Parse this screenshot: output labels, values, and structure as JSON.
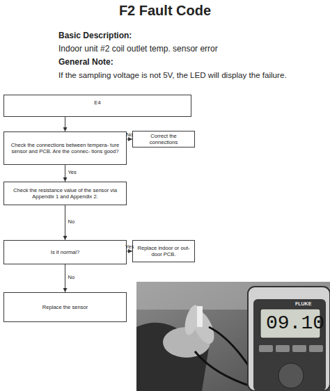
{
  "diagram": {
    "title": "F2 Fault Code",
    "nodes": [
      {
        "text": [
          "E4"
        ]
      },
      {
        "text": [
          "Check the connections between tempera- ture sensor and PCB. Are the connec- tions good?"
        ]
      },
      {
        "text": [
          "Correct the connections"
        ]
      },
      {
        "text": [
          "Check the resistance value of the sensor via Appendix 1 and Appendix 2."
        ]
      },
      {
        "text": [
          "Is it normal?"
        ]
      },
      {
        "text": [
          "Replace indoor or out- door PCB."
        ]
      },
      {
        "text": [
          "Replace the sensor"
        ]
      }
    ],
    "edges": [
      {
        "from": 0,
        "to": 1,
        "arrow": "to"
      },
      {
        "from": 1,
        "to": 2,
        "label": "No",
        "arrow": "to"
      },
      {
        "from": 1,
        "to": 3,
        "label": "Yes",
        "arrow": "to"
      },
      {
        "from": 3,
        "to": 4,
        "label": "No",
        "arrow": "to"
      },
      {
        "from": 4,
        "to": 5,
        "label": "Yes",
        "arrow": "to"
      },
      {
        "from": 4,
        "to": 6,
        "label": "No",
        "arrow": "to"
      }
    ],
    "labels": [
      "Basic Description:",
      "Indoor unit #2 coil outlet temp. sensor error",
      "General Note:",
      "If the sampling voltage is not 5V, the LED will display the failure.",
      "FLUKE",
      "09.10"
    ]
  }
}
